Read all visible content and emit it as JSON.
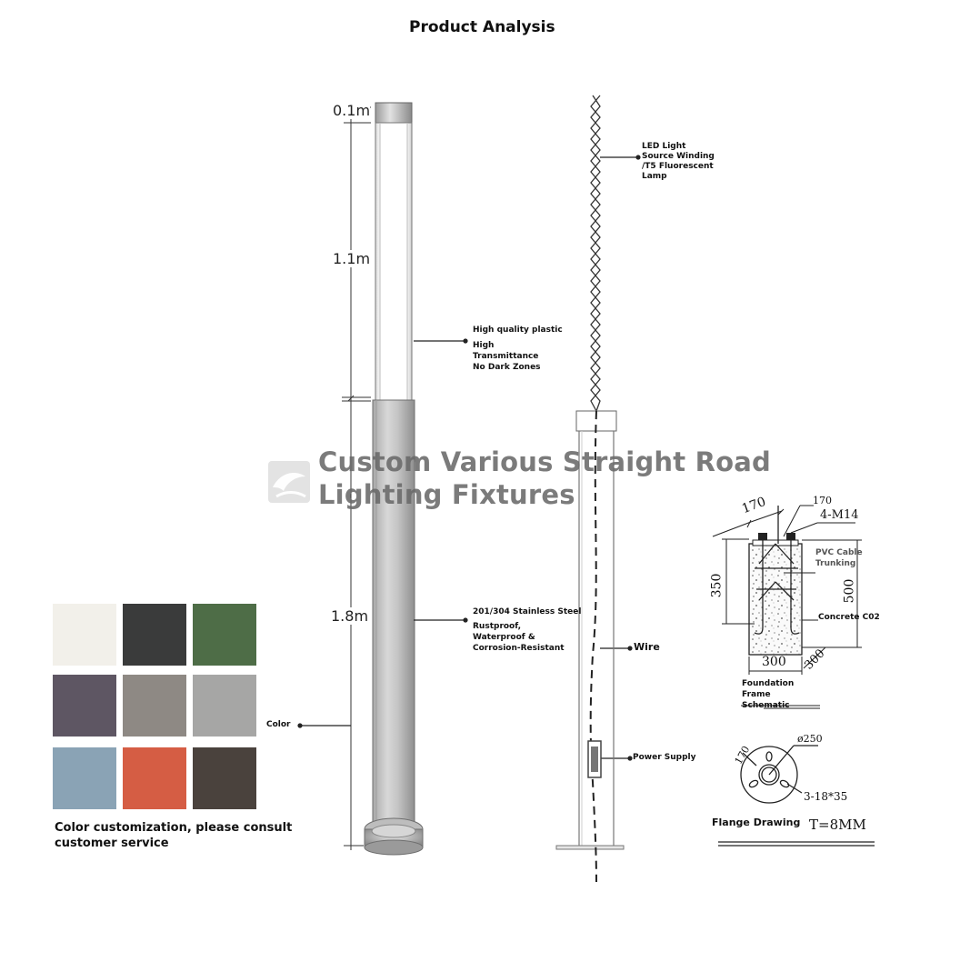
{
  "title": "Product Analysis",
  "pole_dims": {
    "cap": "0.1m",
    "upper": "1.1m",
    "lower": "1.8m"
  },
  "callouts": {
    "plastic_title": "High quality plastic",
    "plastic_lines": [
      "High",
      "Transmittance",
      "No Dark Zones"
    ],
    "steel_title": "201/304 Stainless Steel",
    "steel_lines": [
      "Rustproof,",
      "Waterproof &",
      "Corrosion-Resistant"
    ],
    "led_lines": [
      "LED Light",
      "Source Winding",
      "/T5 Fluorescent",
      "Lamp"
    ],
    "wire": "Wire",
    "power_supply": "Power Supply",
    "color": "Color"
  },
  "watermark": {
    "line1": "Custom Various Straight Road",
    "line2": "Lighting Fixtures"
  },
  "swatches": [
    {
      "name": "white",
      "color": "#f2f0ea"
    },
    {
      "name": "black",
      "color": "#3a3b3b"
    },
    {
      "name": "green",
      "color": "#4e6d47"
    },
    {
      "name": "purple-gray",
      "color": "#5e5663"
    },
    {
      "name": "warm-gray",
      "color": "#8e8984"
    },
    {
      "name": "light-gray",
      "color": "#a6a6a5"
    },
    {
      "name": "blue-gray",
      "color": "#8aa3b5"
    },
    {
      "name": "orange-red",
      "color": "#d55d44"
    },
    {
      "name": "bronze",
      "color": "#4a423d"
    }
  ],
  "color_caption": [
    "Color customization, please consult",
    "customer service"
  ],
  "foundation": {
    "dim_170a": "170",
    "dim_170b": "170",
    "bolt": "4-M14",
    "dim_350": "350",
    "dim_500": "500",
    "dim_300a": "300",
    "dim_300b": "300",
    "pvc": [
      "PVC Cable",
      "Trunking"
    ],
    "concrete": "Concrete C02",
    "schematic": [
      "Foundation",
      "Frame",
      "Schematic"
    ]
  },
  "flange": {
    "diameter": "ø250",
    "dim_170": "170",
    "holes": "3-18*35",
    "label": "Flange Drawing",
    "thickness": "T=8MM"
  }
}
